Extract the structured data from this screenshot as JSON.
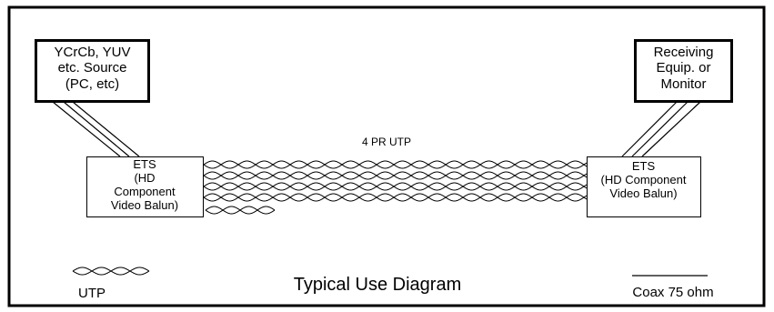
{
  "diagram": {
    "title": "Typical Use Diagram",
    "source": {
      "lines": [
        "YCrCb, YUV",
        "etc. Source",
        "(PC, etc)"
      ]
    },
    "receiver": {
      "lines": [
        "Receiving",
        "Equip. or",
        "Monitor"
      ]
    },
    "left_balun": {
      "lines": [
        "ETS",
        "(HD",
        "Component",
        "Video Balun)"
      ]
    },
    "right_balun": {
      "lines": [
        "ETS",
        "(HD Component",
        "Video Balun)"
      ]
    },
    "cable_label": "4 PR UTP",
    "legend": {
      "utp_label": "UTP",
      "coax_label": "Coax 75 ohm"
    }
  }
}
